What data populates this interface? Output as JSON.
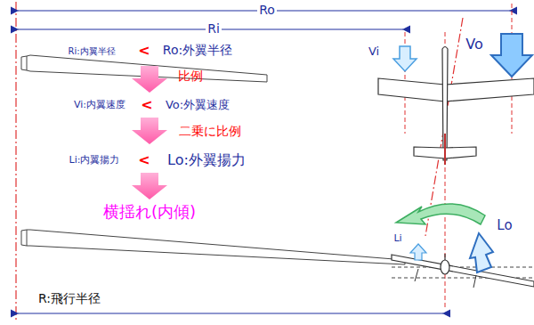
{
  "diagram": {
    "labels": [
      "Ro",
      "Ri",
      "Ri:内翼半径",
      "<",
      "Ro:外翼半径",
      "比例",
      "Vi",
      "Vo",
      "Vi:内翼速度",
      "<",
      "Vo:外翼速度",
      "二乗に比例",
      "Li:内翼揚力",
      "<",
      "Lo:外翼揚力",
      "横揺れ(内傾)",
      "Lo",
      "Li",
      "R:飛行半径"
    ]
  }
}
